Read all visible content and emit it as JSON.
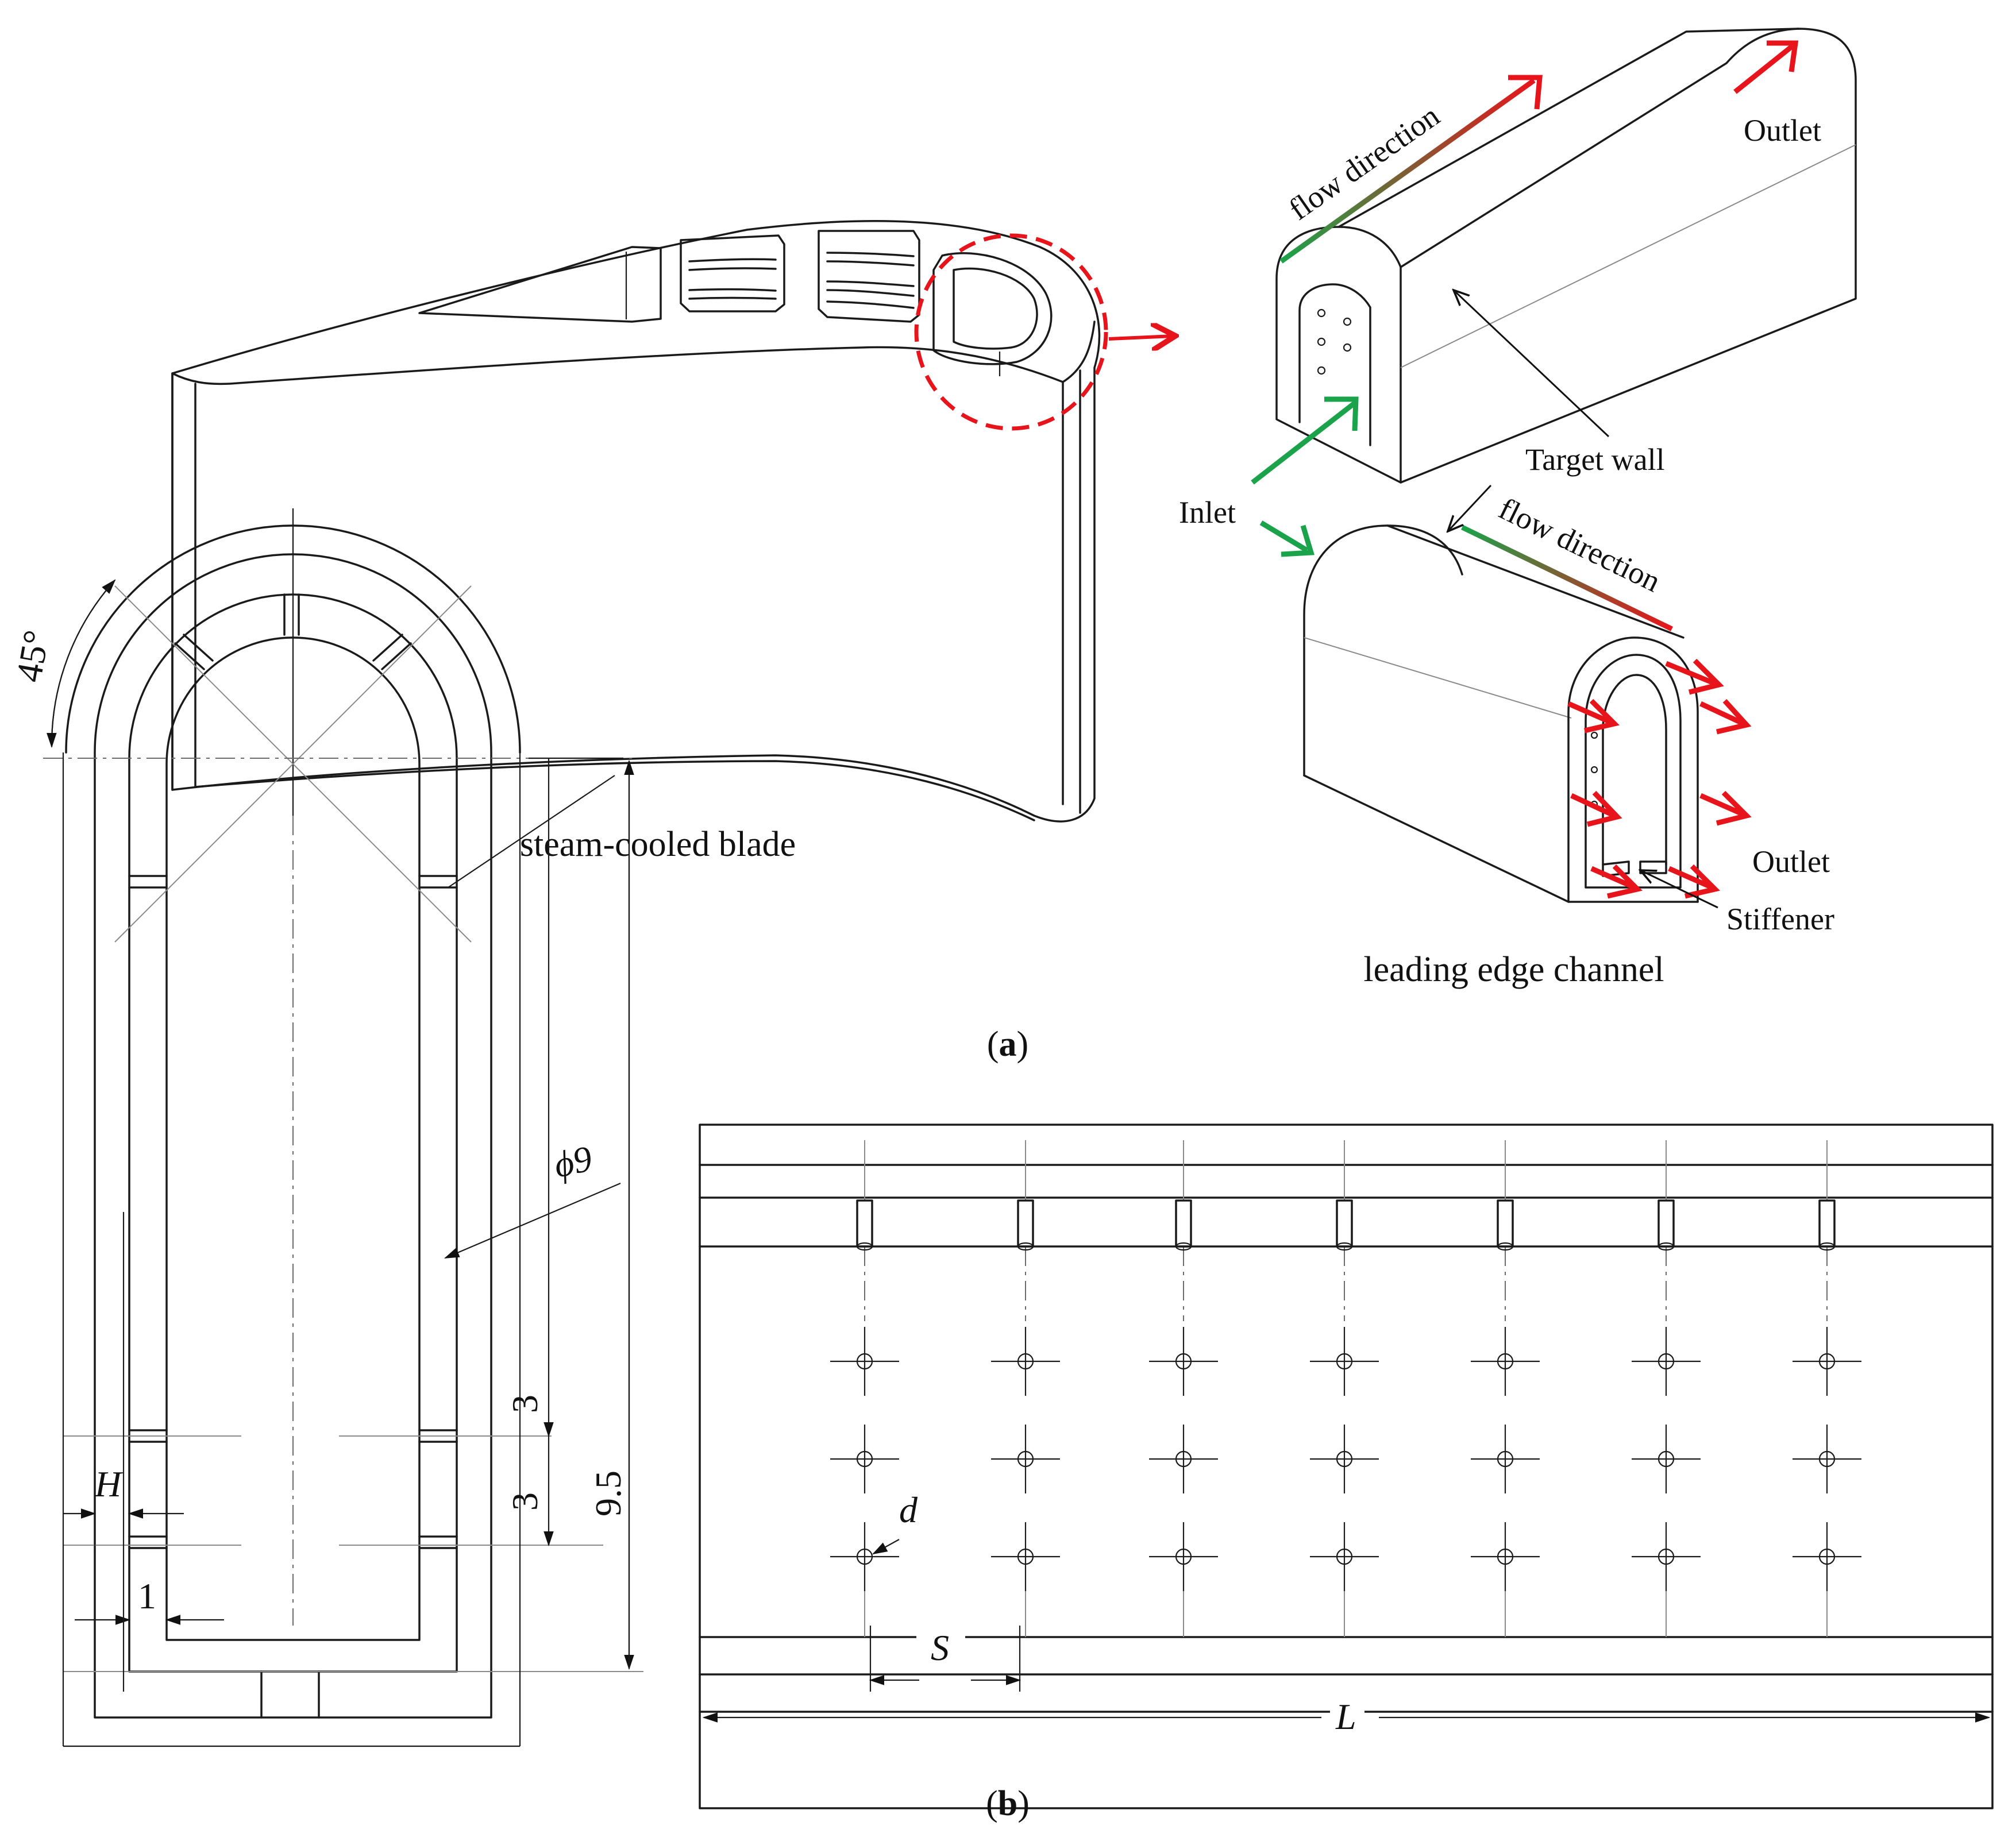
{
  "panel_a": {
    "caption_open": "(",
    "caption_letter": "a",
    "caption_close": ")",
    "blade_label": "steam-cooled blade",
    "channel_label": "leading edge channel",
    "flow_direction_top": "flow direction",
    "flow_direction_bottom": "flow direction",
    "outlet_top": "Outlet",
    "outlet_bottom": "Outlet",
    "inlet": "Inlet",
    "target_wall": "Target wall",
    "stiffener": "Stiffener"
  },
  "panel_b": {
    "caption_open": "(",
    "caption_letter": "b",
    "caption_close": ")",
    "angle": "45°",
    "diameter": "ϕ9",
    "dim_3_upper": "3",
    "dim_3_lower": "3",
    "dim_9_5": "9.5",
    "dim_H": "H",
    "dim_1": "1",
    "dim_d": "d",
    "dim_S": "S",
    "dim_L": "L"
  },
  "colors": {
    "highlight_red": "#e8141b",
    "inlet_green": "#1aa34a",
    "gradient_start": "#1aa34a",
    "gradient_end": "#e8141b"
  }
}
